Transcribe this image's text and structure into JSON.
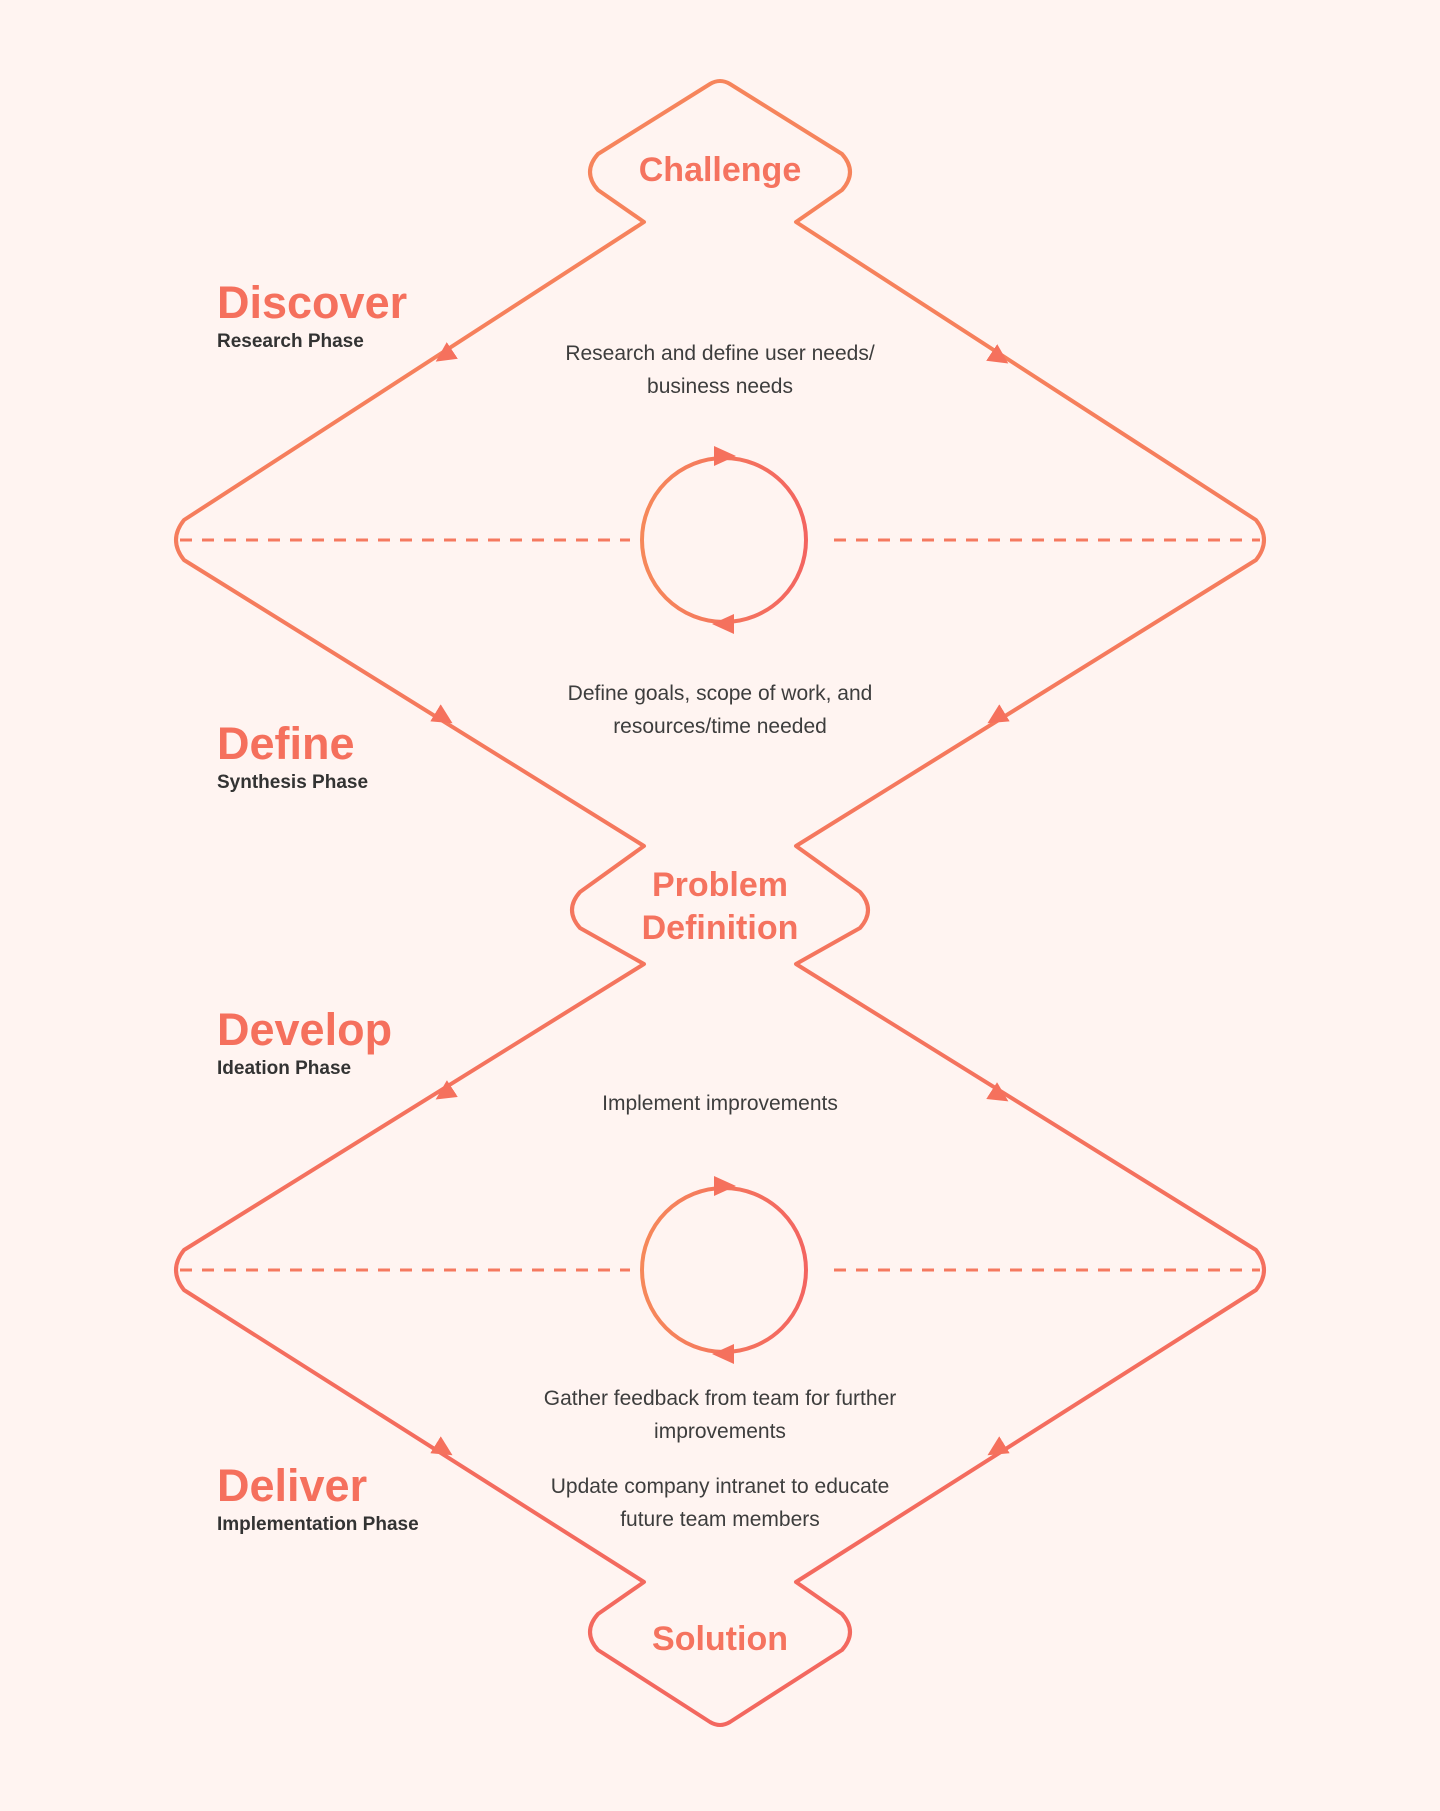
{
  "colors": {
    "background": "#fff4f1",
    "outline_top": "#f6855c",
    "outline_bottom": "#f3675f",
    "dashed": "#f5795f",
    "phase_title": "#f5705d",
    "phase_subtitle": "#333333",
    "description_text": "#3d3d3d"
  },
  "stages": {
    "start": "Challenge",
    "middle": "Problem\nDefinition",
    "end": "Solution"
  },
  "phases": [
    {
      "title": "Discover",
      "subtitle": "Research Phase"
    },
    {
      "title": "Define",
      "subtitle": "Synthesis Phase"
    },
    {
      "title": "Develop",
      "subtitle": "Ideation Phase"
    },
    {
      "title": "Deliver",
      "subtitle": "Implementation Phase"
    }
  ],
  "descriptions": [
    "Research and define user needs/\nbusiness needs",
    "Define goals, scope of work, and\nresources/time needed",
    "Implement improvements",
    "Gather feedback from team for further\nimprovements",
    "Update company intranet to educate\nfuture team members"
  ],
  "icons": {
    "cycle": "circular-arrows-icon",
    "flow_arrow": "arrowhead-icon"
  }
}
